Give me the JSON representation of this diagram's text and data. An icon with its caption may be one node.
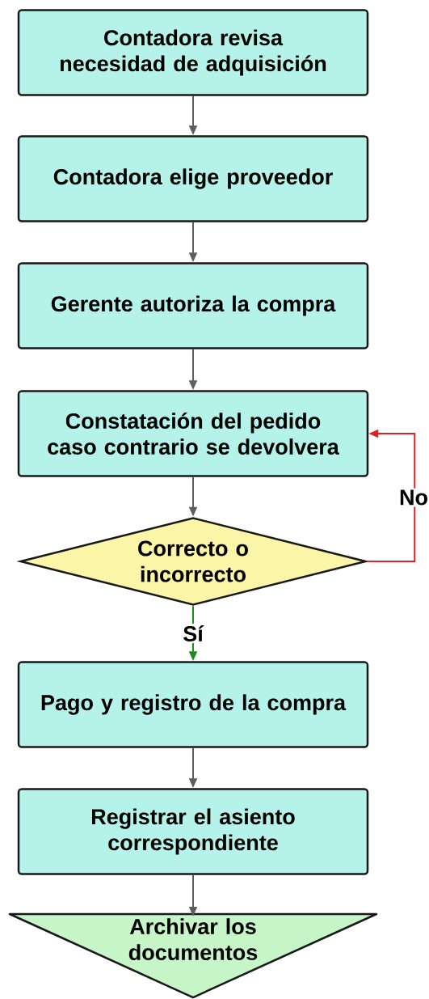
{
  "diagram": {
    "nodes": [
      {
        "text": [
          "Contadora revisa necesidad de adquisición"
        ]
      },
      {
        "text": [
          "Contadora elige proveedor"
        ]
      },
      {
        "text": [
          "Gerente autoriza la compra"
        ]
      },
      {
        "text": [
          "Constatación del pedido caso contrario se devolvera"
        ]
      },
      {
        "text": [
          "Correcto o incorrecto"
        ]
      },
      {
        "text": [
          "Pago y registro de la compra"
        ]
      },
      {
        "text": [
          "Registrar el asiento correspondiente"
        ]
      },
      {
        "text": [
          "Archivar los documentos"
        ]
      }
    ],
    "edges": [
      {
        "from": 0,
        "to": 1,
        "arrow": "to"
      },
      {
        "from": 1,
        "to": 2,
        "arrow": "to"
      },
      {
        "from": 2,
        "to": 3,
        "arrow": "to"
      },
      {
        "from": 3,
        "to": 4,
        "arrow": "to"
      },
      {
        "from": 4,
        "to": 5,
        "arrow": "to",
        "label": "Sí",
        "color": "#1e8c1e"
      },
      {
        "from": 4,
        "to": 3,
        "arrow": "to",
        "label": "No",
        "color": "#e02020"
      },
      {
        "from": 5,
        "to": 6,
        "arrow": "to"
      },
      {
        "from": 6,
        "to": 7,
        "arrow": "to"
      }
    ]
  }
}
